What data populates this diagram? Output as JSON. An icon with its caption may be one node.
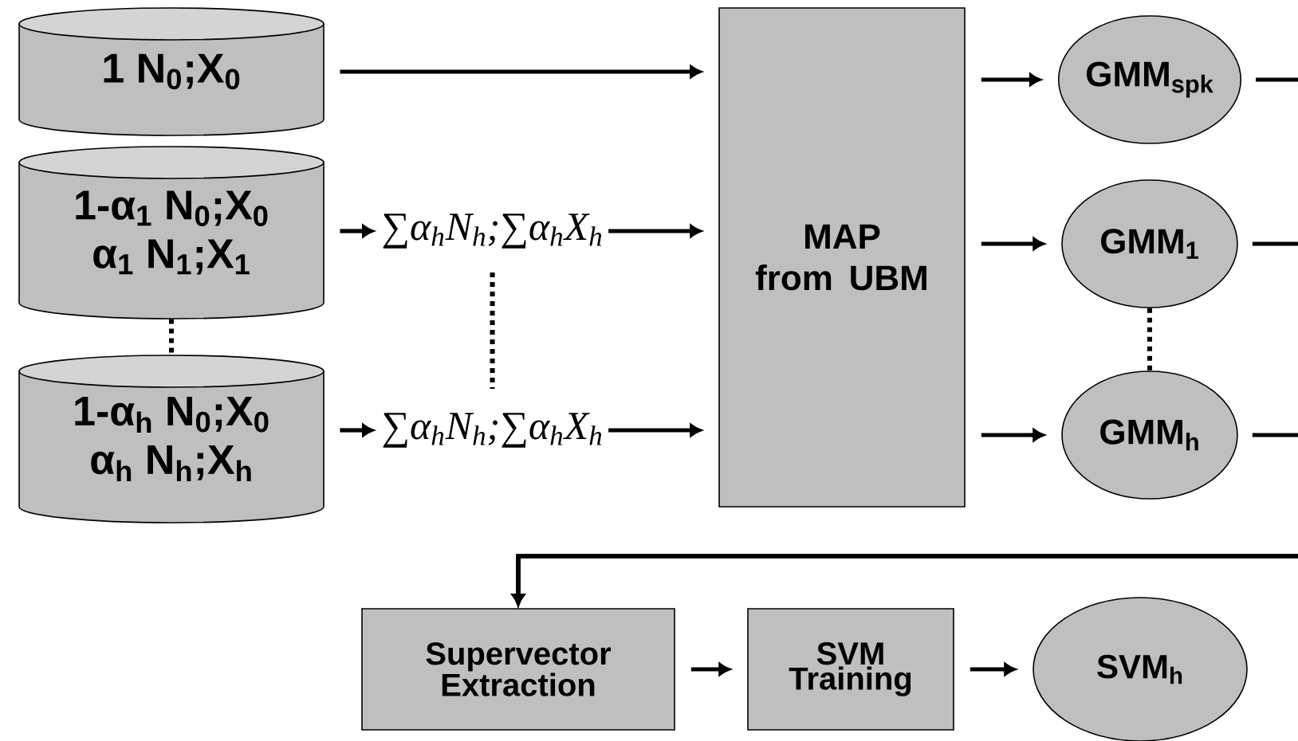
{
  "diagram": {
    "nodes": [
      {
        "text": [
          "1 N$_{0}$;X$_{0}$"
        ]
      },
      {
        "text": [
          "1-α$_{1}$ N$_{0}$;X$_{0}$",
          "α$_{1}$ N$_{1}$;X$_{1}$"
        ]
      },
      {
        "text": [
          "1-α$_{h}$ N$_{0}$;X$_{0}$",
          "α$_{h}$ N$_{h}$;X$_{h}$"
        ]
      },
      {
        "text": [
          "∑α$_{h}$N$_{h}$;∑α$_{h}$X$_{h}$"
        ]
      },
      {
        "text": [
          "∑α$_{h}$N$_{h}$;∑α$_{h}$X$_{h}$"
        ]
      },
      {
        "text": [
          "MAP from UBM"
        ]
      },
      {
        "text": [
          "GMM$_{spk}$"
        ]
      },
      {
        "text": [
          "GMM$_{1}$"
        ]
      },
      {
        "text": [
          "GMM$_{h}$"
        ]
      },
      {
        "text": [
          "Supervector Extraction"
        ]
      },
      {
        "text": [
          "SVM Training"
        ]
      },
      {
        "text": [
          "SVM$_{h}$"
        ]
      }
    ],
    "edges": [
      {
        "from": 0,
        "to": 5,
        "arrow": "to"
      },
      {
        "from": 1,
        "to": 3,
        "arrow": "to"
      },
      {
        "from": 3,
        "to": 5,
        "arrow": "to"
      },
      {
        "from": 2,
        "to": 4,
        "arrow": "to"
      },
      {
        "from": 4,
        "to": 5,
        "arrow": "to"
      },
      {
        "from": 1,
        "to": 2,
        "arrow": "none",
        "style": "dashed"
      },
      {
        "from": 3,
        "to": 4,
        "arrow": "none",
        "style": "dashed"
      },
      {
        "from": 5,
        "to": 6,
        "arrow": "to"
      },
      {
        "from": 5,
        "to": 7,
        "arrow": "to"
      },
      {
        "from": 5,
        "to": 8,
        "arrow": "to"
      },
      {
        "from": 7,
        "to": 8,
        "arrow": "none",
        "style": "dashed"
      },
      {
        "from": 6,
        "to": 9,
        "arrow": "to"
      },
      {
        "from": 7,
        "to": 9,
        "arrow": "to"
      },
      {
        "from": 8,
        "to": 9,
        "arrow": "to"
      },
      {
        "from": 9,
        "to": 10,
        "arrow": "to"
      },
      {
        "from": 10,
        "to": 11,
        "arrow": "to"
      }
    ]
  }
}
